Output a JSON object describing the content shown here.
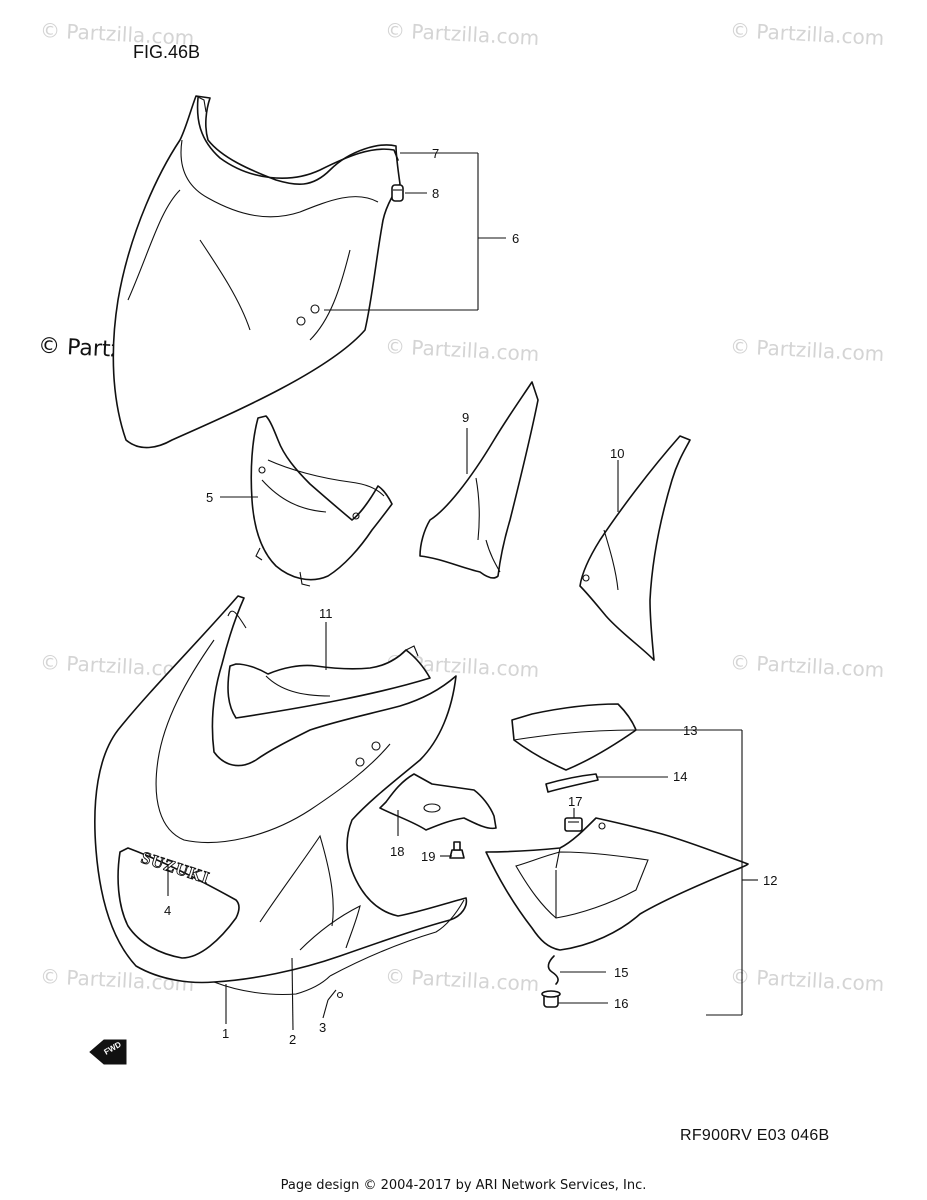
{
  "figure": {
    "title": "FIG.46B",
    "drawing_code": "RF900RV E03  046B"
  },
  "footer": {
    "text": "Page design © 2004-2017 by ARI Network Services, Inc."
  },
  "watermark": {
    "text": "© Partzilla.com"
  },
  "logo_text": "SUZUKI",
  "fwd_label": "FWD",
  "callouts": {
    "p1": "1",
    "p2": "2",
    "p3": "3",
    "p4": "4",
    "p5": "5",
    "p6": "6",
    "p7": "7",
    "p8": "8",
    "p9": "9",
    "p10": "10",
    "p11": "11",
    "p12": "12",
    "p13": "13",
    "p14": "14",
    "p15": "15",
    "p16": "16",
    "p17": "17",
    "p18": "18",
    "p19": "19"
  }
}
